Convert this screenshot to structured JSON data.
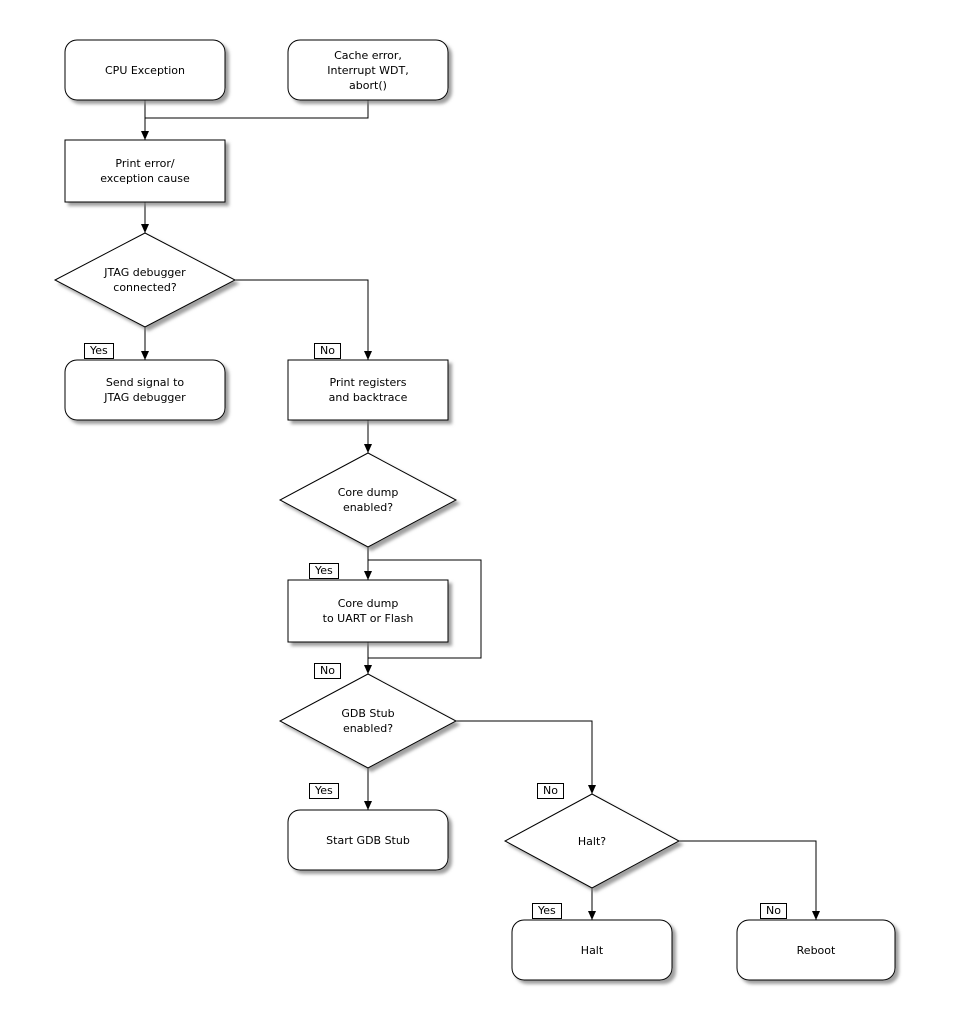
{
  "diagram": {
    "type": "flowchart",
    "colors": {
      "background": "#ffffff",
      "stroke": "#000000",
      "fill": "#ffffff",
      "shadow": "#808080"
    }
  },
  "nodes": {
    "cpu_exception": {
      "type": "terminator",
      "label": "CPU Exception"
    },
    "cache_error": {
      "type": "terminator",
      "label": "Cache error,\nInterrupt WDT,\nabort()"
    },
    "print_error": {
      "type": "process",
      "label": "Print error/\nexception cause"
    },
    "jtag_connected": {
      "type": "decision",
      "label": "JTAG debugger\nconnected?"
    },
    "send_signal": {
      "type": "terminator",
      "label": "Send signal to\nJTAG debugger"
    },
    "print_registers": {
      "type": "process",
      "label": "Print registers\nand backtrace"
    },
    "core_dump_enabled": {
      "type": "decision",
      "label": "Core dump\nenabled?"
    },
    "core_dump": {
      "type": "process",
      "label": "Core dump\nto UART or Flash"
    },
    "gdb_stub_enabled": {
      "type": "decision",
      "label": "GDB Stub\nenabled?"
    },
    "start_gdb_stub": {
      "type": "terminator",
      "label": "Start GDB Stub"
    },
    "halt_question": {
      "type": "decision",
      "label": "Halt?"
    },
    "halt": {
      "type": "terminator",
      "label": "Halt"
    },
    "reboot": {
      "type": "terminator",
      "label": "Reboot"
    }
  },
  "edge_labels": {
    "jtag_yes": "Yes",
    "jtag_no": "No",
    "coredump_yes": "Yes",
    "coredump_no": "No",
    "gdbstub_yes": "Yes",
    "gdbstub_no": "No",
    "halt_yes": "Yes",
    "halt_no": "No"
  },
  "edges": [
    {
      "from": "cpu_exception",
      "to": "print_error",
      "label": ""
    },
    {
      "from": "cache_error",
      "to": "print_error",
      "label": ""
    },
    {
      "from": "print_error",
      "to": "jtag_connected",
      "label": ""
    },
    {
      "from": "jtag_connected",
      "to": "send_signal",
      "label": "Yes"
    },
    {
      "from": "jtag_connected",
      "to": "print_registers",
      "label": "No"
    },
    {
      "from": "print_registers",
      "to": "core_dump_enabled",
      "label": ""
    },
    {
      "from": "core_dump_enabled",
      "to": "core_dump",
      "label": "Yes"
    },
    {
      "from": "core_dump_enabled",
      "to": "gdb_stub_enabled",
      "label": "No"
    },
    {
      "from": "core_dump",
      "to": "gdb_stub_enabled",
      "label": ""
    },
    {
      "from": "gdb_stub_enabled",
      "to": "start_gdb_stub",
      "label": "Yes"
    },
    {
      "from": "gdb_stub_enabled",
      "to": "halt_question",
      "label": "No"
    },
    {
      "from": "halt_question",
      "to": "halt",
      "label": "Yes"
    },
    {
      "from": "halt_question",
      "to": "reboot",
      "label": "No"
    }
  ]
}
